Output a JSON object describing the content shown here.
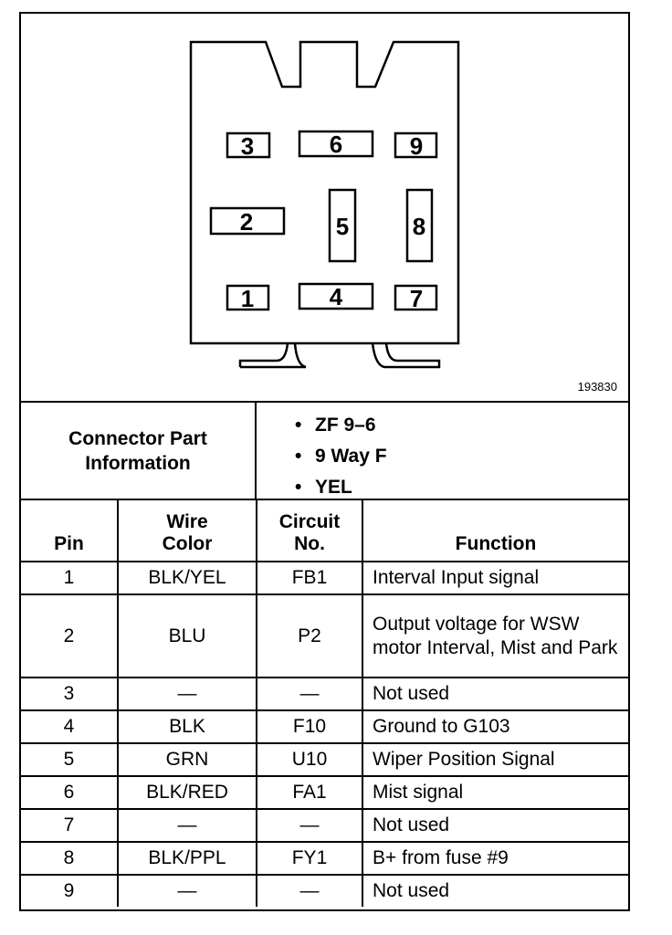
{
  "diagram": {
    "pins": [
      "1",
      "2",
      "3",
      "4",
      "5",
      "6",
      "7",
      "8",
      "9"
    ],
    "figure_number": "193830"
  },
  "connector_info": {
    "label": "Connector Part Information",
    "bullet": "•",
    "items": [
      "ZF 9–6",
      "9 Way F",
      "YEL"
    ]
  },
  "table": {
    "headers": {
      "pin": "Pin",
      "wire_color": "Wire Color",
      "circuit": "Circuit No.",
      "function": "Function"
    },
    "rows": [
      {
        "pin": "1",
        "color": "BLK/YEL",
        "circuit": "FB1",
        "function": "Interval Input signal"
      },
      {
        "pin": "2",
        "color": "BLU",
        "circuit": "P2",
        "function": "Output voltage for WSW motor Interval, Mist and Park"
      },
      {
        "pin": "3",
        "color": "—",
        "circuit": "—",
        "function": "Not used"
      },
      {
        "pin": "4",
        "color": "BLK",
        "circuit": "F10",
        "function": "Ground to G103"
      },
      {
        "pin": "5",
        "color": "GRN",
        "circuit": "U10",
        "function": "Wiper Position Signal"
      },
      {
        "pin": "6",
        "color": "BLK/RED",
        "circuit": "FA1",
        "function": "Mist signal"
      },
      {
        "pin": "7",
        "color": "—",
        "circuit": "—",
        "function": "Not used"
      },
      {
        "pin": "8",
        "color": "BLK/PPL",
        "circuit": "FY1",
        "function": "B+ from fuse #9"
      },
      {
        "pin": "9",
        "color": "—",
        "circuit": "—",
        "function": "Not used"
      }
    ]
  }
}
